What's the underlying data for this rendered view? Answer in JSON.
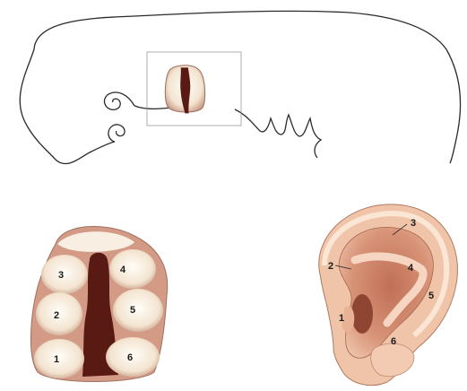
{
  "hillock_labels": [
    "3",
    "4",
    "2",
    "5",
    "1",
    "6"
  ],
  "ear_labels": [
    "3",
    "2",
    "4",
    "5",
    "1",
    "6"
  ],
  "colors": {
    "outline": "#2a2a2a",
    "hillock_dark": "#5a1a14",
    "hillock_mid": "#b8665a",
    "hillock_light": "#f6ead8",
    "ear_outer": "#e9b79c",
    "ear_inner": "#c97d63",
    "ear_deep": "#8e4632"
  },
  "icons": {
    "embryo": "embryo-outline-icon",
    "hillocks": "auricular-hillocks-icon",
    "ear": "adult-ear-icon"
  }
}
